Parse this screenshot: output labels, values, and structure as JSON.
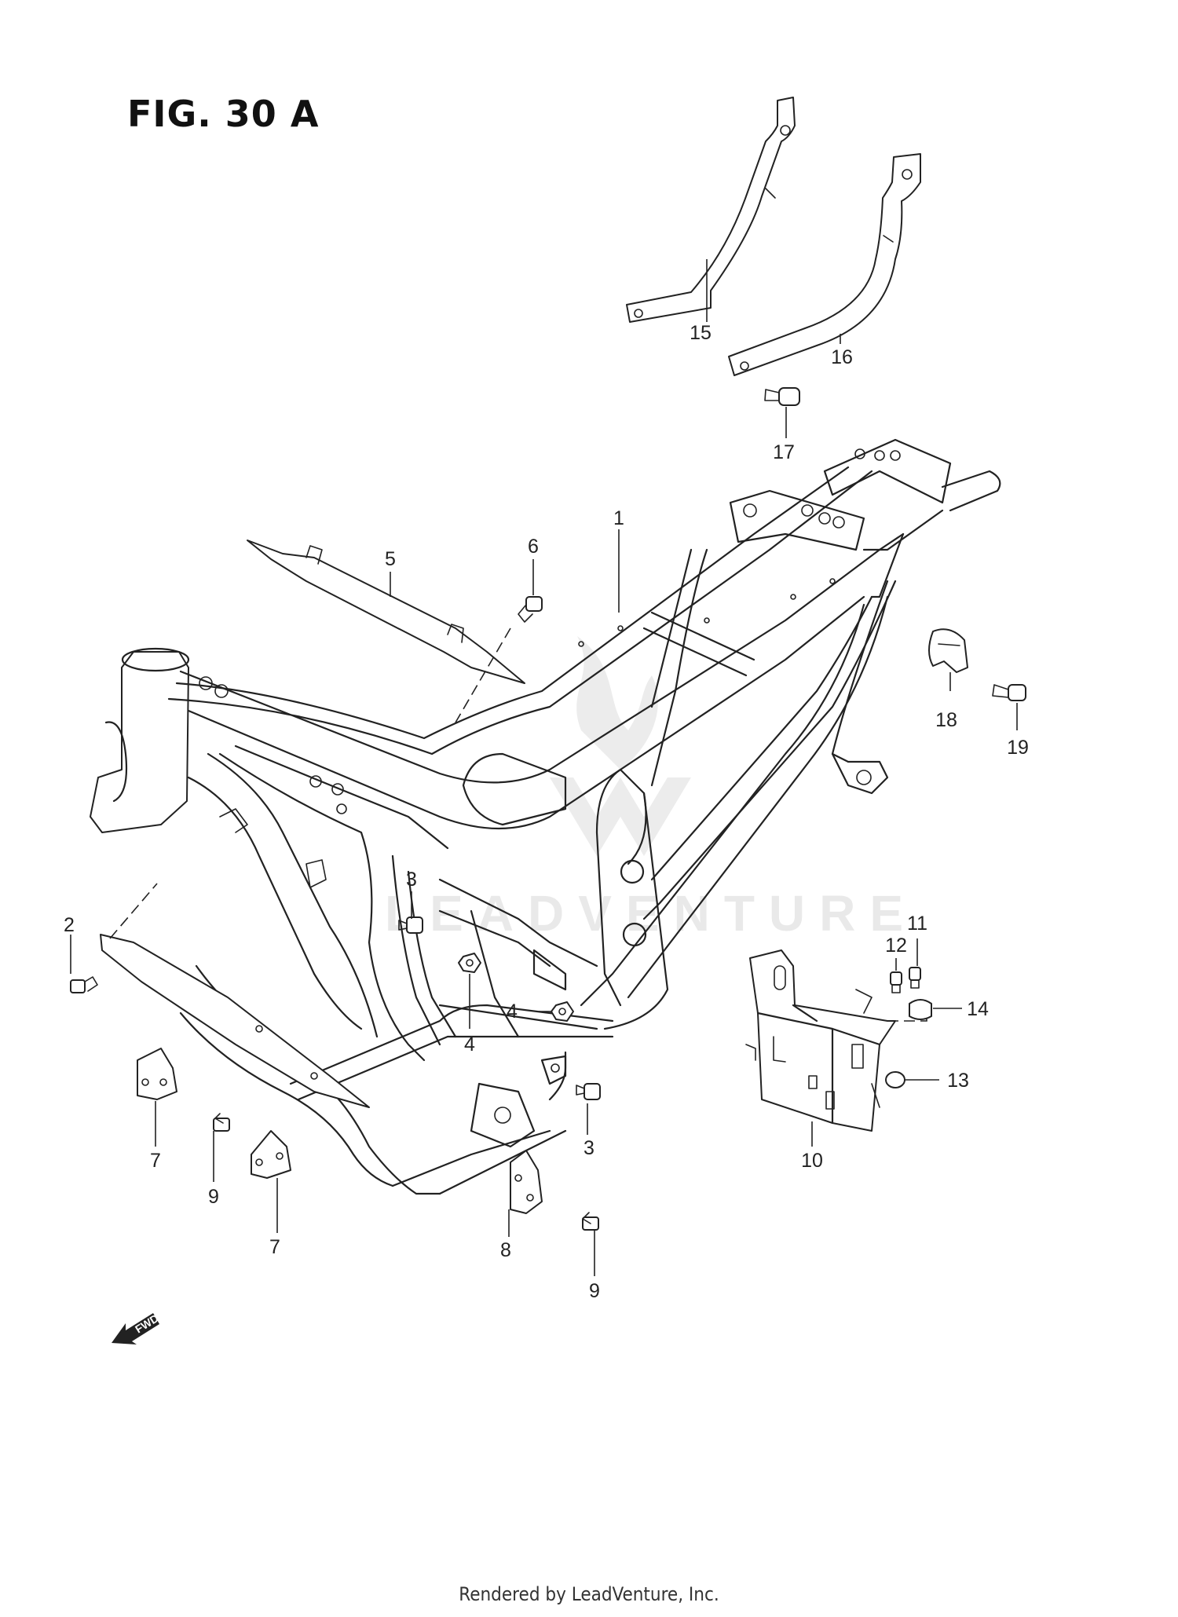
{
  "figure": {
    "title": "FIG. 30 A",
    "footer": "Rendered by LeadVenture, Inc.",
    "watermark": "LEADVENTURE",
    "fwd_label": "FWD"
  },
  "callouts": [
    {
      "id": "c1",
      "label": "1"
    },
    {
      "id": "c2",
      "label": "2"
    },
    {
      "id": "c3a",
      "label": "3"
    },
    {
      "id": "c3b",
      "label": "3"
    },
    {
      "id": "c4a",
      "label": "4"
    },
    {
      "id": "c4b",
      "label": "4"
    },
    {
      "id": "c5",
      "label": "5"
    },
    {
      "id": "c6",
      "label": "6"
    },
    {
      "id": "c7a",
      "label": "7"
    },
    {
      "id": "c7b",
      "label": "7"
    },
    {
      "id": "c8",
      "label": "8"
    },
    {
      "id": "c9a",
      "label": "9"
    },
    {
      "id": "c9b",
      "label": "9"
    },
    {
      "id": "c10",
      "label": "10"
    },
    {
      "id": "c11",
      "label": "11"
    },
    {
      "id": "c12",
      "label": "12"
    },
    {
      "id": "c13",
      "label": "13"
    },
    {
      "id": "c14",
      "label": "14"
    },
    {
      "id": "c15",
      "label": "15"
    },
    {
      "id": "c16",
      "label": "16"
    },
    {
      "id": "c17",
      "label": "17"
    },
    {
      "id": "c18",
      "label": "18"
    },
    {
      "id": "c19",
      "label": "19"
    }
  ]
}
